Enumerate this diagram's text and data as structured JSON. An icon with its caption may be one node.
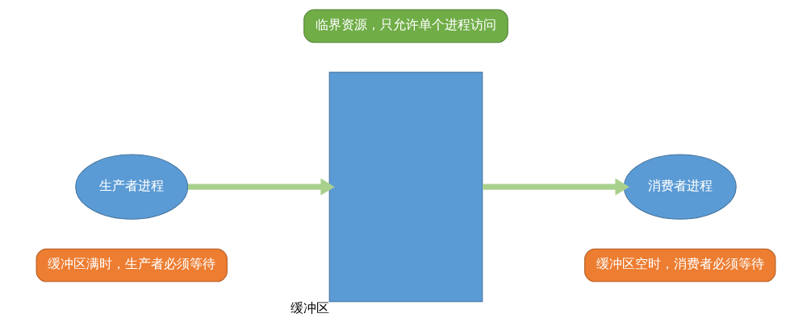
{
  "diagram": {
    "nodes": [
      {
        "text": [
          "生产者进程"
        ]
      },
      {
        "text": [
          "缓冲区满时，生产者必须等待"
        ]
      },
      {
        "text": [],
        "shape": "box",
        "beside": [
          "缓冲区"
        ]
      },
      {
        "text": [
          "临界资源，只允许单个进程访问"
        ]
      },
      {
        "text": [
          "消费者进程"
        ]
      },
      {
        "text": [
          "缓冲区空时，消费者必须等待"
        ]
      }
    ],
    "edges": [
      {
        "from": 0,
        "to": 2,
        "arrow": "to"
      },
      {
        "from": 2,
        "to": 4,
        "arrow": "to"
      }
    ]
  }
}
